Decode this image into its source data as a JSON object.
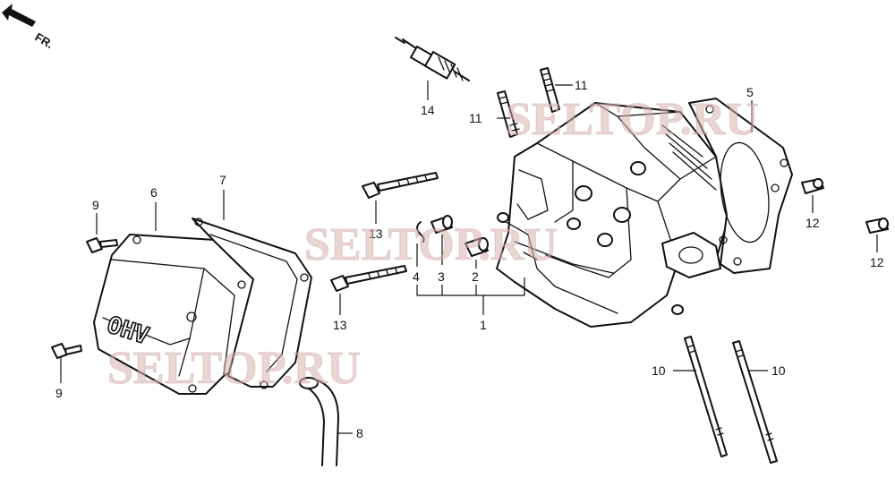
{
  "watermark": "SELTOP.RU",
  "direction_label": "FR.",
  "cover_marking": "OHV",
  "callouts": {
    "p1": "1",
    "p2": "2",
    "p3": "3",
    "p4": "4",
    "p5": "5",
    "p6": "6",
    "p7": "7",
    "p8": "8",
    "p9a": "9",
    "p9b": "9",
    "p10a": "10",
    "p10b": "10",
    "p11a": "11",
    "p11b": "11",
    "p12a": "12",
    "p12b": "12",
    "p13a": "13",
    "p13b": "13",
    "p14": "14"
  }
}
